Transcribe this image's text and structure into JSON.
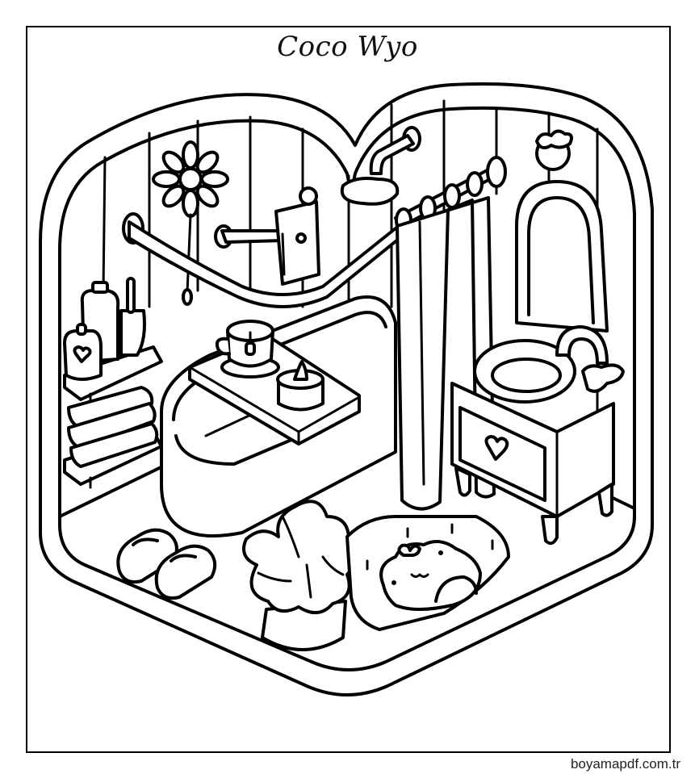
{
  "page": {
    "title": "Coco Wyo",
    "credit": "boyamapdf.com.tr"
  },
  "illustration": {
    "subject": "bathroom",
    "style": "black line art coloring page",
    "line_color": "#000000",
    "background_color": "#ffffff"
  }
}
